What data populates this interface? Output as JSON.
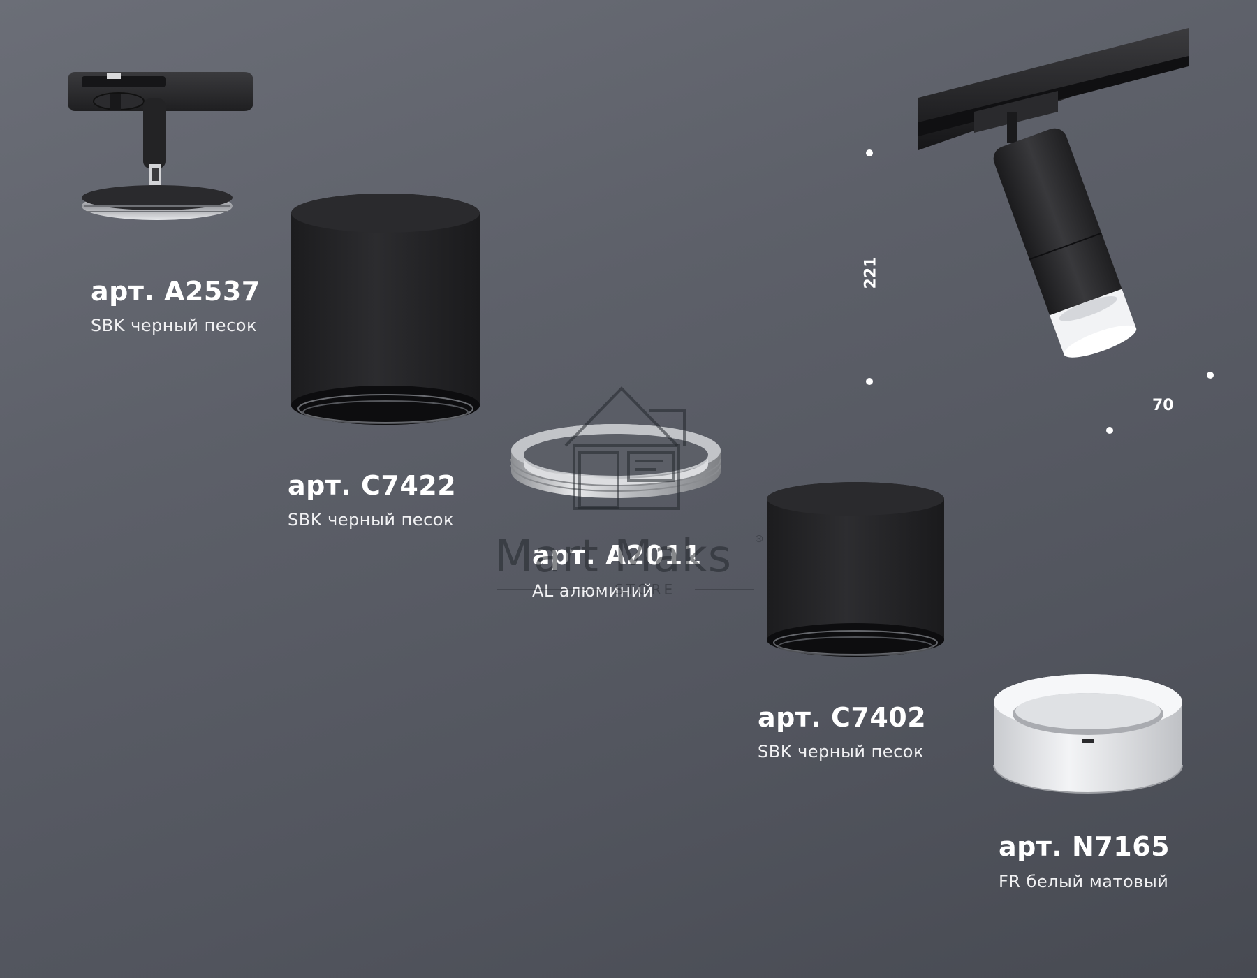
{
  "parts": [
    {
      "code": "арт. A2537",
      "finish": "SBK черный песок"
    },
    {
      "code": "арт. C7422",
      "finish": "SBK черный песок"
    },
    {
      "code": "арт. A2011",
      "finish": "AL алюминий"
    },
    {
      "code": "арт. C7402",
      "finish": "SBK черный песок"
    },
    {
      "code": "арт. N7165",
      "finish": "FR белый матовый"
    }
  ],
  "dimensions": {
    "height": "221",
    "diameter": "70"
  },
  "watermark": {
    "brand": "Mart Maks",
    "registered": "®",
    "tagline": "STORE"
  },
  "colors": {
    "background": "#5d6069",
    "text": "#ffffff",
    "product_black": "#262628",
    "aluminium": "#c9cbcf",
    "frosted_white": "#eceef1"
  }
}
